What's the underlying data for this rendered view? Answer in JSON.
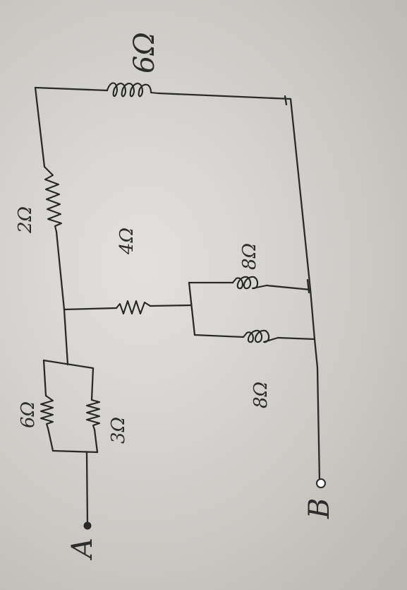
{
  "diagram": {
    "terminals": {
      "a": "A",
      "b": "B"
    },
    "resistor_labels": {
      "r_6_left": "6Ω",
      "r_3": "3Ω",
      "r_2": "2Ω",
      "r_6_top": "6Ω",
      "r_4": "4Ω",
      "r_8_right": "8Ω",
      "r_8_left": "8Ω"
    }
  }
}
